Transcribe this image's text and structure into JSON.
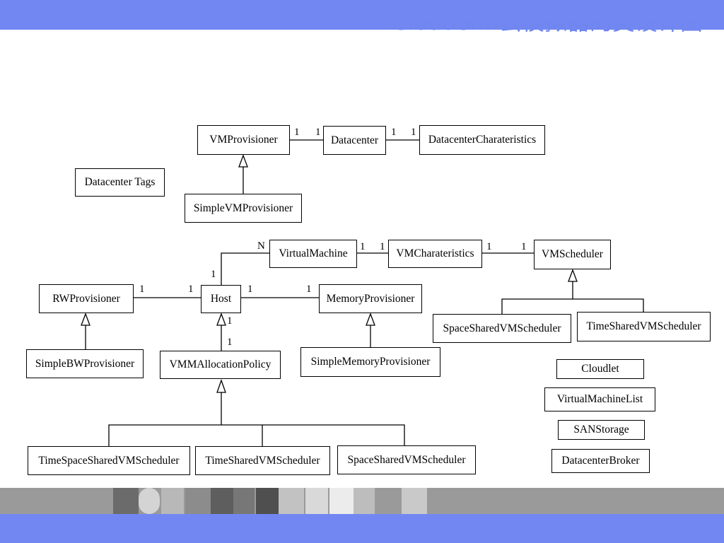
{
  "slide": {
    "title": "CloudSim云模拟器的类设计图"
  },
  "classes": {
    "vm_provisioner": "VMProvisioner",
    "datacenter": "Datacenter",
    "datacenter_characteristics": "DatacenterCharateristics",
    "datacenter_tags": "Datacenter Tags",
    "simple_vm_provisioner": "SimpleVMProvisioner",
    "virtual_machine": "VirtualMachine",
    "vm_characteristics": "VMCharateristics",
    "vm_scheduler": "VMScheduler",
    "rw_provisioner": "RWProvisioner",
    "host": "Host",
    "memory_provisioner": "MemoryProvisioner",
    "space_shared_vm_scheduler_right": "SpaceSharedVMScheduler",
    "time_shared_vm_scheduler_right": "TimeSharedVMScheduler",
    "simple_bw_provisioner": "SimpleBWProvisioner",
    "vmm_allocation_policy": "VMMAllocationPolicy",
    "simple_memory_provisioner": "SimpleMemoryProvisioner",
    "cloudlet": "Cloudlet",
    "virtual_machine_list": "VirtualMachineList",
    "san_storage": "SANStorage",
    "datacenter_broker": "DatacenterBroker",
    "time_space_shared_vm_scheduler": "TimeSpaceSharedVMScheduler",
    "time_shared_vm_scheduler_bottom": "TimeSharedVMScheduler",
    "space_shared_vm_scheduler_bottom": "SpaceSharedVMScheduler"
  },
  "multiplicities": {
    "vmprov_dc_a": "1",
    "vmprov_dc_b": "1",
    "dc_chars_a": "1",
    "dc_chars_b": "1",
    "host_vm_n": "N",
    "host_vm_1": "1",
    "vm_vmchars_a": "1",
    "vm_vmchars_b": "1",
    "vmchars_sched_a": "1",
    "vmchars_sched_b": "1",
    "rw_host_a": "1",
    "rw_host_b": "1",
    "host_mem_a": "1",
    "host_mem_b": "1",
    "host_vmm_a": "1",
    "host_vmm_b": "1"
  },
  "colors": {
    "band": "#7387f2",
    "title": "#6f86ef",
    "strip": "#9a9a9a"
  }
}
